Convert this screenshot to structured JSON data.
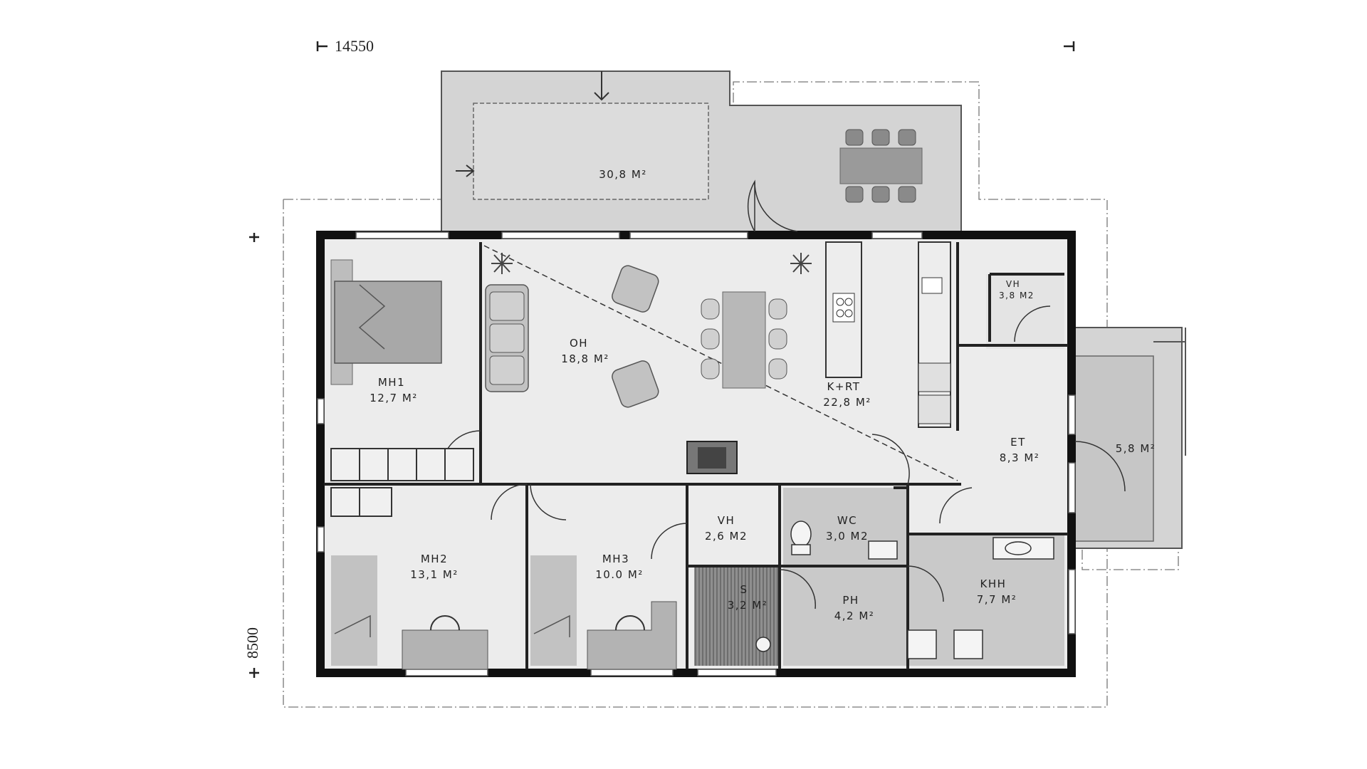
{
  "dimensions": {
    "width": "14550",
    "depth": "8500"
  },
  "rooms": {
    "mh1": {
      "label": "MH1",
      "area": "12,7 M²"
    },
    "oh": {
      "label": "OH",
      "area": "18,8 M²"
    },
    "krt": {
      "label": "K+RT",
      "area": "22,8 M²"
    },
    "vh_top": {
      "label": "VH",
      "area": "3,8 M2"
    },
    "et": {
      "label": "ET",
      "area": "8,3 M²"
    },
    "mh2": {
      "label": "MH2",
      "area": "13,1 M²"
    },
    "mh3": {
      "label": "MH3",
      "area": "10.0 M²"
    },
    "vh": {
      "label": "VH",
      "area": "2,6 M2"
    },
    "wc": {
      "label": "WC",
      "area": "3,0 M2"
    },
    "s": {
      "label": "S",
      "area": "3,2 M²"
    },
    "ph": {
      "label": "PH",
      "area": "4,2 M²"
    },
    "khh": {
      "label": "KHH",
      "area": "7,7 M²"
    }
  },
  "terraces": {
    "main": {
      "area": "30,8 M²"
    },
    "side": {
      "area": "5,8 M²"
    }
  },
  "colors": {
    "wall": "#111111",
    "floor": "#ececec",
    "wet": "#c9c9c9",
    "terrace": "#d4d4d4",
    "furniture": "#9a9a9a"
  }
}
